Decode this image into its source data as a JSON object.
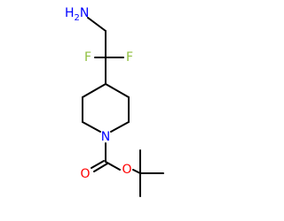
{
  "diagram_type": "chemical-structure",
  "atoms": {
    "amine": {
      "label": "H2N",
      "main": "H",
      "subscript": "2",
      "tail": "N",
      "color": "#0000ff"
    },
    "fluorine_left": {
      "label": "F",
      "color": "#8fbf3f"
    },
    "fluorine_right": {
      "label": "F",
      "color": "#8fbf3f"
    },
    "ring_nitrogen": {
      "label": "N",
      "color": "#0000ff"
    },
    "carbonyl_oxygen": {
      "label": "O",
      "color": "#ff0000"
    },
    "ester_oxygen": {
      "label": "O",
      "color": "#ff0000"
    }
  },
  "colors": {
    "bond": "#000000",
    "nitrogen": "#0000ff",
    "oxygen": "#ff0000",
    "fluorine": "#8fbf3f",
    "background": "#ffffff"
  }
}
